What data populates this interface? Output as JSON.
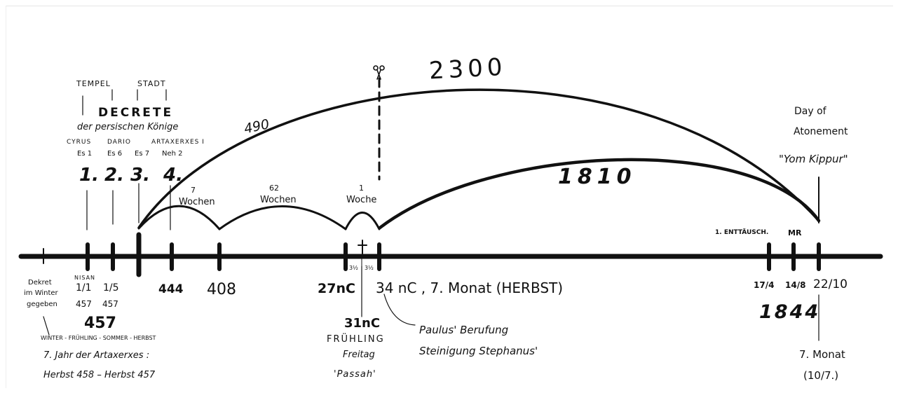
{
  "colors": {
    "ink": "#111111",
    "background": "#ffffff"
  },
  "icons": {
    "scissors": "scissors-icon",
    "cross": "cross-icon"
  },
  "header": {
    "tempel": "TEMPEL",
    "stadt": "STADT",
    "decrete": "DECRETE",
    "decrete_sub": "der persischen Könige"
  },
  "decrees": [
    {
      "king": "CYRUS",
      "ref": "Es 1",
      "num": "1."
    },
    {
      "king": "DARIO",
      "ref": "Es 6",
      "num": "2."
    },
    {
      "king": "",
      "ref": "Es 7",
      "num": "3."
    },
    {
      "king": "ARTAXERXES I",
      "ref": "Neh 2",
      "num": "4."
    }
  ],
  "arcs": {
    "total": "2300",
    "first": "490",
    "rest": "1810",
    "seven": {
      "n": "7",
      "label": "Wochen"
    },
    "sixtytwo": {
      "n": "62",
      "label": "Wochen"
    },
    "one": {
      "n": "1",
      "label": "Woche"
    }
  },
  "right_top": {
    "line1": "Day of",
    "line2": "Atonement",
    "line3": "\"Yom Kippur\""
  },
  "timeline": {
    "dekret": [
      "Dekret",
      "im Winter",
      "gegeben"
    ],
    "nisan": "NISAN",
    "d11": "1/1",
    "d15": "1/5",
    "y1": "457",
    "y2": "457",
    "big457": "457",
    "seasons": "WINTER - FRÜHLING - SOMMER - HERBST",
    "artax1": "7. Jahr der Artaxerxes :",
    "artax2": "Herbst 458 – Herbst 457",
    "y444": "444",
    "y408": "408",
    "y27": "27nC",
    "half1": "3½",
    "half2": "3½",
    "y31": "31nC",
    "fruehling": "FRÜHLING",
    "freitag": "Freitag",
    "passah": "'Passah'",
    "y34": "34 nC , 7. Monat (HERBST)",
    "paulus": "Paulus' Berufung",
    "steinigung": "Steinigung Stephanus'",
    "enttaeusch": "1. ENTTÄUSCH.",
    "mr": "MR",
    "d174": "17/4",
    "d148": "14/8",
    "d2210": "22/10",
    "y1844": "1844",
    "monat7": "7. Monat",
    "monat7b": "(10/7.)"
  }
}
